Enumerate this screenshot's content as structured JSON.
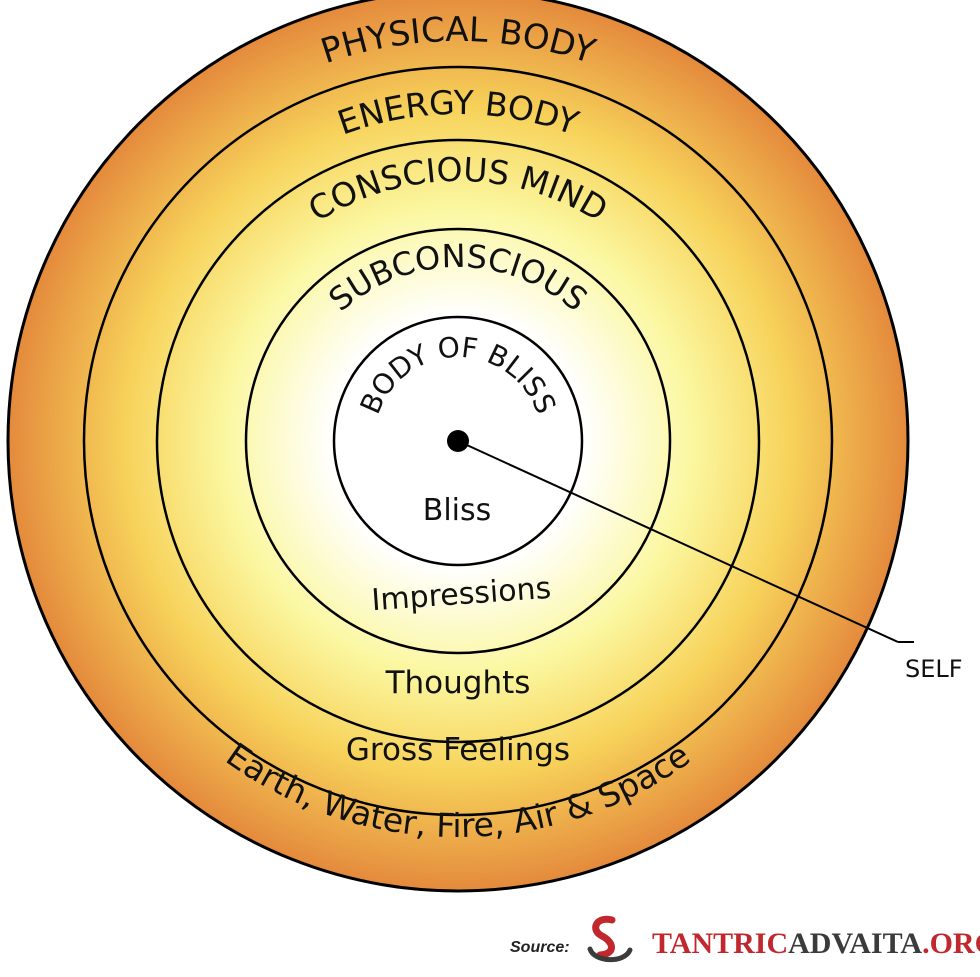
{
  "diagram": {
    "layers": [
      {
        "id": "physical",
        "title": "PHYSICAL BODY",
        "content": "Earth, Water, Fire, Air & Space"
      },
      {
        "id": "energy",
        "title": "ENERGY BODY",
        "content": "Gross Feelings"
      },
      {
        "id": "conscious",
        "title": "CONSCIOUS MIND",
        "content": "Thoughts"
      },
      {
        "id": "subconscious",
        "title": "SUBCONSCIOUS",
        "content": "Impressions"
      },
      {
        "id": "bliss",
        "title": "BODY OF BLISS",
        "content": "Bliss"
      }
    ],
    "center_label": "SELF"
  },
  "colors": {
    "outer": "#e48a3c",
    "mid": "#f7d25a",
    "inner": "#fbf7a0",
    "center": "#ffffff",
    "stroke": "#000000",
    "brand_red": "#c0282d",
    "brand_dark": "#3b3b3b"
  },
  "footer": {
    "source_label": "Source:",
    "brand_part1": "TANTRIC",
    "brand_part2": "ADVAITA",
    "brand_part3": ".ORG"
  }
}
